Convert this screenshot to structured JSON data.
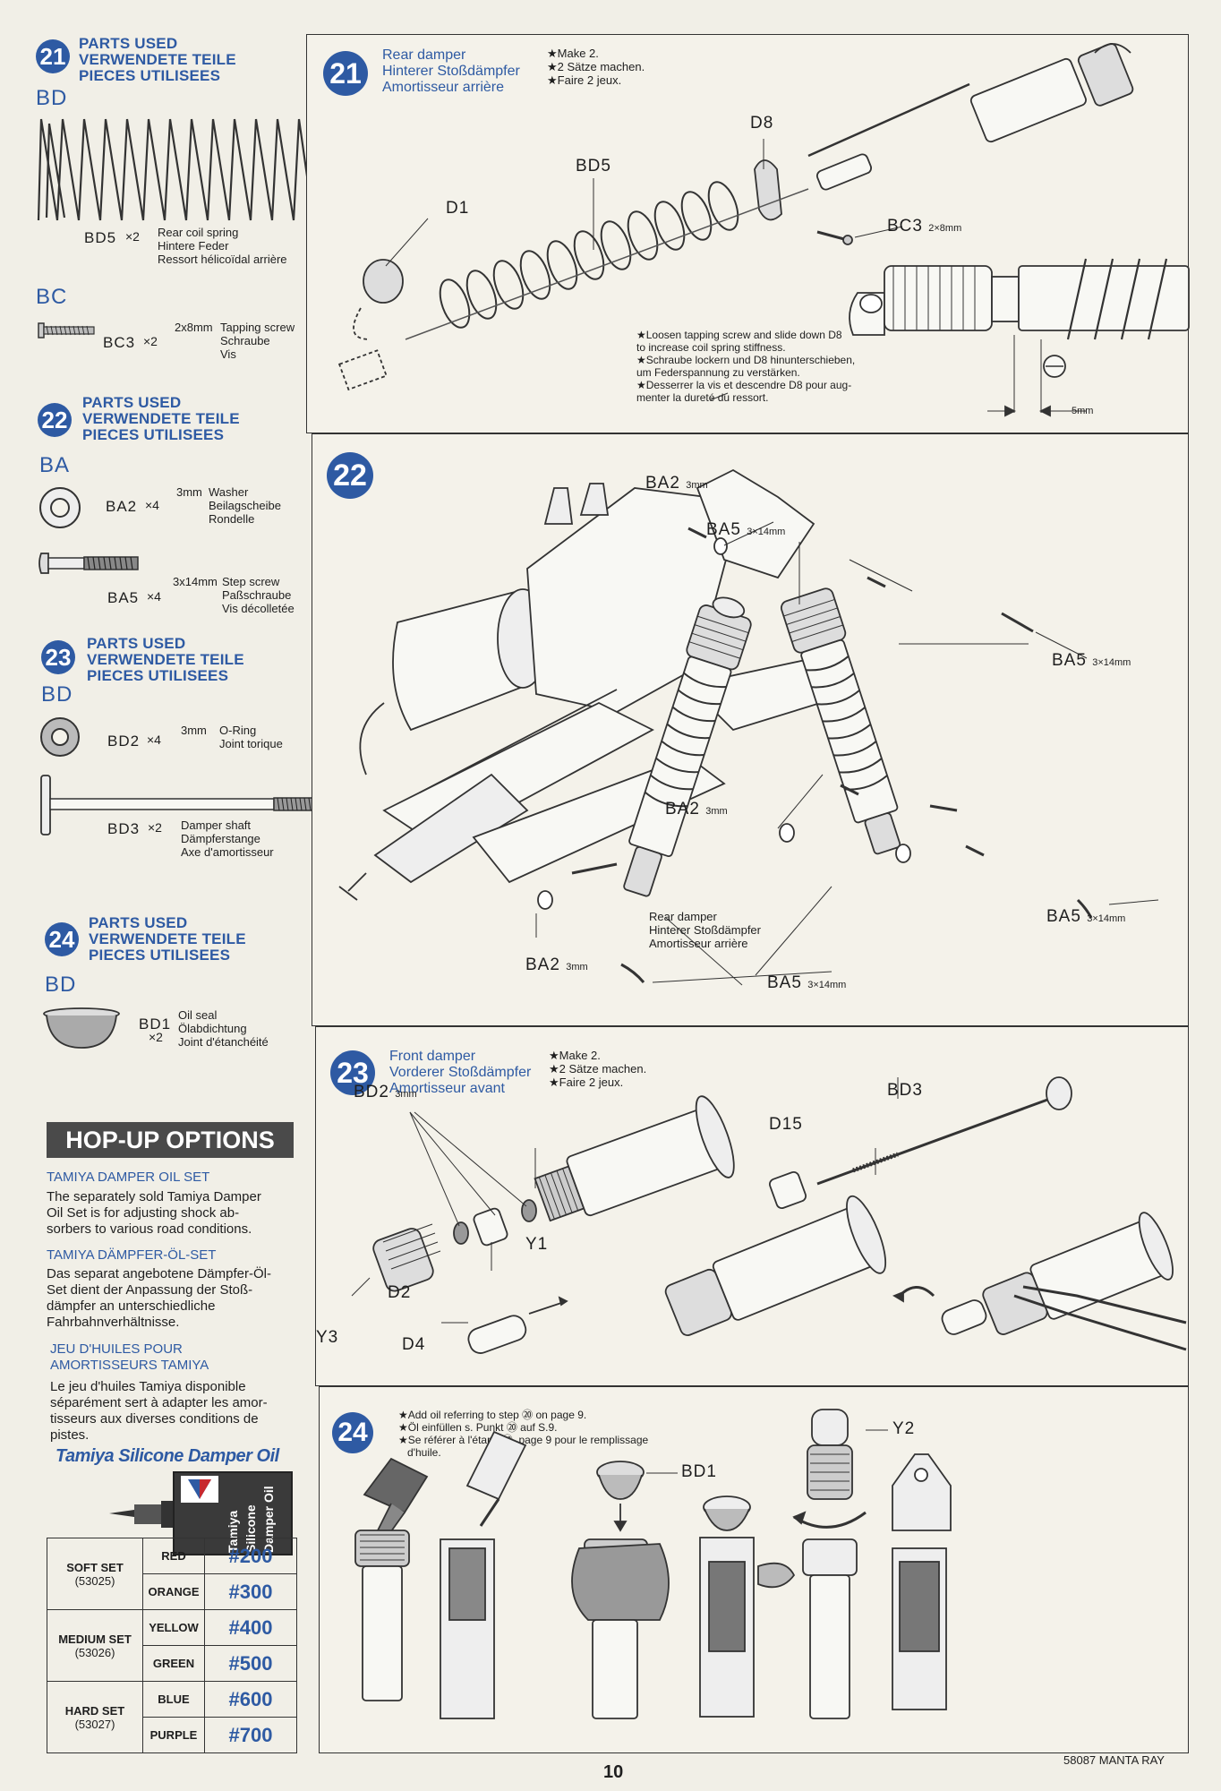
{
  "parts_lists": {
    "s21": {
      "num": "21",
      "header": [
        "PARTS USED",
        "VERWENDETE TEILE",
        "PIECES UTILISEES"
      ],
      "bag1": "BD",
      "bd5": {
        "code": "BD5",
        "qty": "×2",
        "desc": [
          "Rear coil spring",
          "Hintere Feder",
          "Ressort hélicoïdal arrière"
        ]
      },
      "bag2": "BC",
      "bc3": {
        "code": "BC3",
        "qty": "×2",
        "size": "2x8mm",
        "desc": [
          "Tapping screw",
          "Schraube",
          "Vis"
        ]
      }
    },
    "s22": {
      "num": "22",
      "header": [
        "PARTS USED",
        "VERWENDETE TEILE",
        "PIECES UTILISEES"
      ],
      "bag": "BA",
      "ba2": {
        "code": "BA2",
        "qty": "×4",
        "size": "3mm",
        "desc": [
          "Washer",
          "Beilagscheibe",
          "Rondelle"
        ]
      },
      "ba5": {
        "code": "BA5",
        "qty": "×4",
        "size": "3x14mm",
        "desc": [
          "Step screw",
          "Paßschraube",
          "Vis décolletée"
        ]
      }
    },
    "s23": {
      "num": "23",
      "header": [
        "PARTS USED",
        "VERWENDETE TEILE",
        "PIECES UTILISEES"
      ],
      "bag": "BD",
      "bd2": {
        "code": "BD2",
        "qty": "×4",
        "size": "3mm",
        "desc": [
          "O-Ring",
          "Joint torique"
        ]
      },
      "bd3": {
        "code": "BD3",
        "qty": "×2",
        "desc": [
          "Damper shaft",
          "Dämpferstange",
          "Axe d'amortisseur"
        ]
      }
    },
    "s24": {
      "num": "24",
      "header": [
        "PARTS USED",
        "VERWENDETE TEILE",
        "PIECES UTILISEES"
      ],
      "bag": "BD",
      "bd1": {
        "code": "BD1",
        "qty": "×2",
        "desc": [
          "Oil seal",
          "Ölabdichtung",
          "Joint d'étanchéité"
        ]
      }
    }
  },
  "hop": {
    "title": "HOP-UP OPTIONS",
    "en_head": "TAMIYA DAMPER OIL SET",
    "en_text": [
      "The separately sold Tamiya Damper",
      "Oil Set is for adjusting shock ab-",
      "sorbers to various road conditions."
    ],
    "de_head": "TAMIYA DÄMPFER-ÖL-SET",
    "de_text": [
      "Das separat angebotene Dämpfer-Öl-",
      "Set dient der Anpassung der Stoß-",
      "dämpfer an unterschiedliche",
      "Fahrbahnverhältnisse."
    ],
    "fr_head": [
      "JEU D'HUILES POUR",
      "AMORTISSEURS TAMIYA"
    ],
    "fr_text": [
      "Le jeu d'huiles Tamiya disponible",
      "séparément sert à adapter les amor-",
      "tisseurs aux diverses conditions de",
      "pistes."
    ],
    "product": "Tamiya Silicone Damper Oil",
    "bottle_text": [
      "Tamiya",
      "Silicone",
      "Damper",
      "Oil"
    ],
    "sets": [
      {
        "name": "SOFT SET",
        "code": "(53025)",
        "rows": [
          {
            "color": "RED",
            "num": "#200"
          },
          {
            "color": "ORANGE",
            "num": "#300"
          }
        ]
      },
      {
        "name": "MEDIUM SET",
        "code": "(53026)",
        "rows": [
          {
            "color": "YELLOW",
            "num": "#400"
          },
          {
            "color": "GREEN",
            "num": "#500"
          }
        ]
      },
      {
        "name": "HARD SET",
        "code": "(53027)",
        "rows": [
          {
            "color": "BLUE",
            "num": "#600"
          },
          {
            "color": "PURPLE",
            "num": "#700"
          }
        ]
      }
    ]
  },
  "step21": {
    "num": "21",
    "title": [
      "Rear damper",
      "Hinterer Stoßdämpfer",
      "Amortisseur arrière"
    ],
    "make": [
      "★Make 2.",
      "★2 Sätze machen.",
      "★Faire 2 jeux."
    ],
    "labels": {
      "d8": "D8",
      "bd5": "BD5",
      "d1": "D1",
      "bc3": "BC3",
      "bc3_size": "2×8mm",
      "five": "5mm"
    },
    "note": [
      "★Loosen tapping screw and slide down D8",
      "to increase coil spring stiffness.",
      "★Schraube lockern und D8 hinunterschieben,",
      "um Federspannung zu verstärken.",
      "★Desserrer la vis et descendre D8 pour aug-",
      "menter la dureté du ressort."
    ]
  },
  "step22": {
    "num": "22",
    "labels": {
      "ba2": "BA2",
      "ba2_size": "3mm",
      "ba5": "BA5",
      "ba5_size": "3×14mm"
    },
    "rear_damper": [
      "Rear damper",
      "Hinterer Stoßdämpfer",
      "Amortisseur arrière"
    ]
  },
  "step23": {
    "num": "23",
    "title": [
      "Front damper",
      "Vorderer Stoßdämpfer",
      "Amortisseur avant"
    ],
    "make": [
      "★Make 2.",
      "★2 Sätze machen.",
      "★Faire 2 jeux."
    ],
    "labels": {
      "bd2": "BD2",
      "bd2_size": "3mm",
      "bd3": "BD3",
      "d15": "D15",
      "y1": "Y1",
      "d2": "D2",
      "y3": "Y3",
      "d4": "D4"
    }
  },
  "step24": {
    "num": "24",
    "note": [
      "★Add oil referring to step ⑳ on page 9.",
      "★Öl einfüllen s. Punkt ⑳ auf S.9.",
      "★Se référer à l'étape ⑳, page 9 pour le remplissage",
      "d'huile."
    ],
    "labels": {
      "bd1": "BD1",
      "y2": "Y2"
    }
  },
  "footer": {
    "model": "58087 MANTA RAY",
    "page": "10"
  }
}
